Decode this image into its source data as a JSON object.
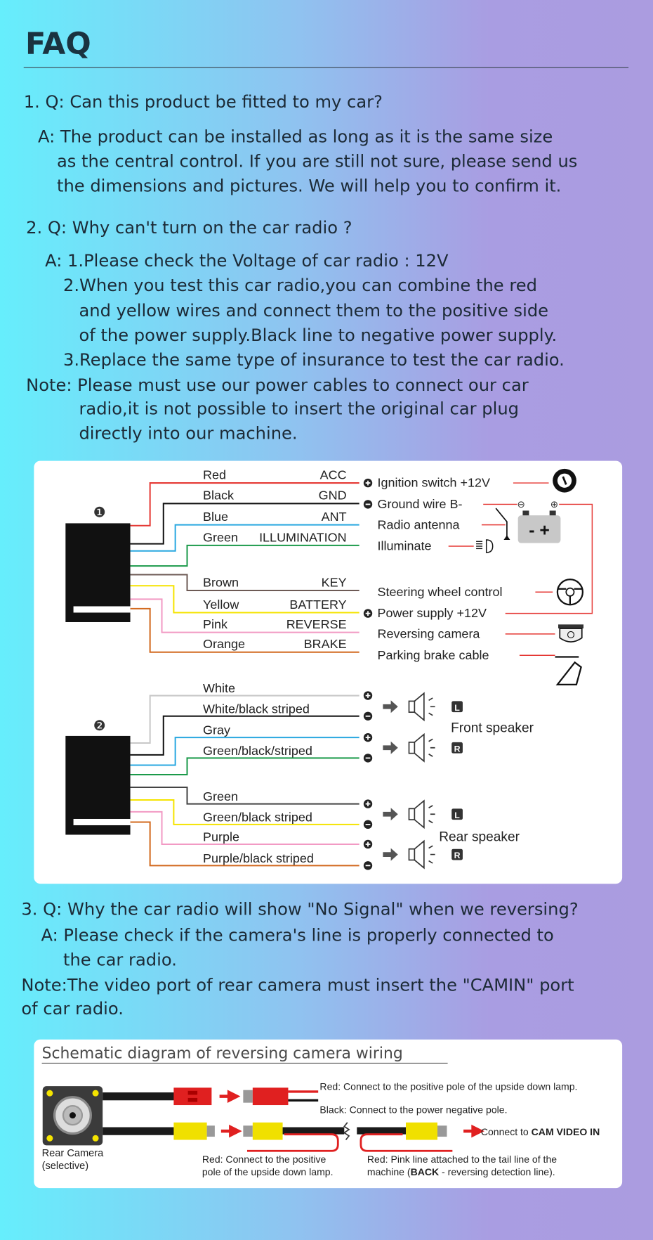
{
  "title": "FAQ",
  "q1": {
    "q": "1. Q: Can this product be fitted to my car?",
    "a": [
      "A: The product can be installed as long as it is the same size",
      "as the central control. If you are still not sure, please send us",
      "the dimensions and pictures. We will help you to confirm it."
    ]
  },
  "q2": {
    "q": "2. Q: Why can't turn on the car radio ?",
    "a": [
      "A: 1.Please check the Voltage of car radio : 12V",
      "2.When you test this car radio,you can combine the red",
      "and yellow wires and connect them to the positive side",
      "of the power supply.Black line to negative power supply.",
      "3.Replace the same type of insurance to test the car radio.",
      "Note: Please must use our power cables to connect our car",
      "radio,it is not possible to insert the original car plug",
      "directly into our machine."
    ]
  },
  "wiring1": {
    "number": "❶",
    "wires": [
      {
        "name": "Red",
        "func": "ACC",
        "color": "#e53935"
      },
      {
        "name": "Black",
        "func": "GND",
        "color": "#111111"
      },
      {
        "name": "Blue",
        "func": "ANT",
        "color": "#29a8e0"
      },
      {
        "name": "Green",
        "func": "ILLUMINATION",
        "color": "#1b9a4a"
      },
      {
        "name": "Brown",
        "func": "KEY",
        "color": "#6d5a55"
      },
      {
        "name": "Yellow",
        "func": "BATTERY",
        "color": "#f5e400"
      },
      {
        "name": "Pink",
        "func": "REVERSE",
        "color": "#f29ac4"
      },
      {
        "name": "Orange",
        "func": "BRAKE",
        "color": "#d2691e"
      }
    ],
    "targets": [
      "Ignition switch +12V",
      "Ground wire B-",
      "Radio antenna",
      "Illuminate",
      "Steering wheel control",
      "Power supply +12V",
      "Reversing camera",
      "Parking brake cable"
    ]
  },
  "wiring2": {
    "number": "❷",
    "wires": [
      {
        "name": "White",
        "color": "#c8c8c8"
      },
      {
        "name": "White/black striped",
        "color": "#111111"
      },
      {
        "name": "Gray",
        "color": "#29a8e0"
      },
      {
        "name": "Green/black/striped",
        "color": "#1b9a4a"
      },
      {
        "name": "Green",
        "color": "#444444"
      },
      {
        "name": "Green/black striped",
        "color": "#f5e400"
      },
      {
        "name": "Purple",
        "color": "#f29ac4"
      },
      {
        "name": "Purple/black striped",
        "color": "#d2691e"
      }
    ],
    "front": "Front speaker",
    "rear": "Rear speaker",
    "left": "L",
    "right": "R"
  },
  "q3": {
    "q": "3. Q: Why the car radio will show \"No Signal\" when we reversing?",
    "a": [
      "A: Please check if the camera's line is properly connected to",
      "the car radio.",
      "Note:The video port of rear camera must insert the \"CAMIN\" port",
      "of car radio."
    ]
  },
  "camera": {
    "title": "Schematic diagram of reversing camera wiring",
    "red_note": "Red: Connect to the positive pole of the upside down lamp.",
    "black_note": "Black: Connect to the power negative pole.",
    "connect_prefix": "Connect to ",
    "connect_bold": "CAM VIDEO IN",
    "camera_label": [
      "Rear Camera",
      "(selective)"
    ],
    "red_bottom": [
      "Red: Connect to the positive",
      "pole of the upside down lamp."
    ],
    "pink_bottom": [
      "Red: Pink line attached to the tail line of the",
      "machine (",
      "BACK",
      " - reversing detection line)."
    ]
  },
  "colors": {
    "accent_red": "#e53935",
    "yellow": "#f5e400"
  }
}
